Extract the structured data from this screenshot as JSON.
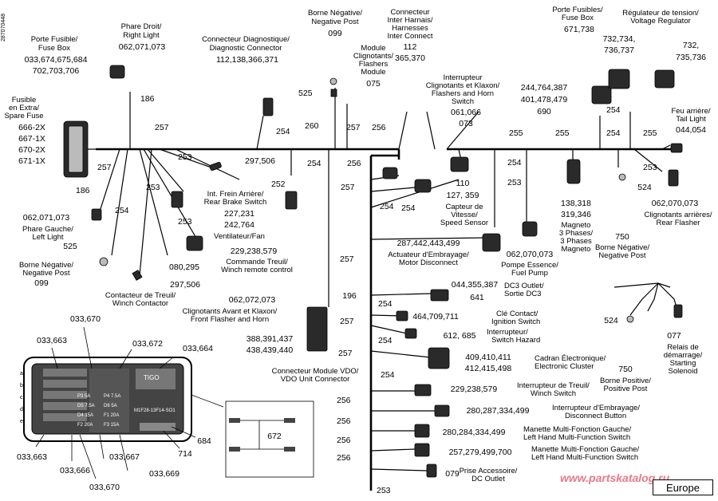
{
  "doc_code": "287070448",
  "region": "Europe",
  "watermark": "www.partskatalog.ru",
  "labels": {
    "fusebox_left": {
      "lines": [
        "Porte Fusible/",
        "Fuse Box"
      ],
      "nums": [
        "033,674,675,684",
        "702,703,706"
      ]
    },
    "spare_fuse": {
      "lines": [
        "Fusible",
        "en Extra/",
        "Spare Fuse"
      ],
      "nums": [
        "666-2X",
        "667-1X",
        "670-2X",
        "671-1X"
      ]
    },
    "right_light": {
      "lines": [
        "Phare Droit/",
        "Right Light"
      ],
      "nums": [
        "062,071,073"
      ]
    },
    "diag_conn": {
      "lines": [
        "Connecteur Diagnostique/",
        "Diagnostic Connector"
      ],
      "nums": [
        "112,138,366,371"
      ]
    },
    "neg_post_top": {
      "lines": [
        "Borne Négative/",
        "Negative Post"
      ],
      "nums": [
        "099"
      ]
    },
    "inter_harness": {
      "lines": [
        "Connecteur",
        "Inter Harnais/",
        "Harnesses",
        "Inter Connect"
      ],
      "nums": [
        "112",
        "365,370"
      ]
    },
    "flasher_module": {
      "lines": [
        "Module",
        "Clignotants/",
        "Flashers",
        "Module"
      ],
      "nums": [
        "075"
      ]
    },
    "flasher_switch": {
      "lines": [
        "Interrupteur",
        "Clignotants et Klaxon/",
        "Flashers and Horn",
        "Switch"
      ],
      "nums": [
        "061,066",
        "073"
      ]
    },
    "fusebox_right": {
      "lines": [
        "Porte Fusibles/",
        "Fuse Box"
      ],
      "nums": [
        "671,738"
      ]
    },
    "regulator": {
      "lines": [
        "Régulateur de tension/",
        "Voltage Regulator"
      ],
      "nums": []
    },
    "reg_nums_a": {
      "lines": [],
      "nums": [
        "732,734,",
        "736,737"
      ]
    },
    "reg_nums_b": {
      "lines": [],
      "nums": [
        "732,",
        "735,736"
      ]
    },
    "fuse_nums_right": {
      "lines": [],
      "nums": [
        "244,764,387",
        "401,478,479",
        "690"
      ]
    },
    "tail_light": {
      "lines": [
        "Feu arrière/",
        "Tail Light"
      ],
      "nums": [
        "044,054"
      ]
    },
    "left_light": {
      "lines": [
        "Phare Gauche/",
        "Left Light"
      ],
      "nums": [
        "062,071,073"
      ]
    },
    "neg_post_left": {
      "lines": [
        "Borne Négative/",
        "Negative Post"
      ],
      "nums": [
        "525",
        "099"
      ]
    },
    "brake_switch": {
      "lines": [
        "Int. Frein Arrière/",
        "Rear Brake Switch"
      ],
      "nums": [
        "297,506",
        "227,231",
        "242,764"
      ]
    },
    "fan": {
      "lines": [
        "Ventilateur/Fan"
      ],
      "nums": []
    },
    "winch_remote": {
      "lines": [
        "Commande Treuil/",
        "Winch remote control"
      ],
      "nums": [
        "229,238,579"
      ]
    },
    "winch_contactor": {
      "lines": [
        "Contacteur de Treuil/",
        "Winch Contactor"
      ],
      "nums": [
        "080,295",
        "297,506"
      ]
    },
    "front_flasher": {
      "lines": [
        "Clignotants Avant et Klaxon/",
        "Front Flasher and Horn"
      ],
      "nums": [
        "062,072,073"
      ]
    },
    "vdo_conn": {
      "lines": [
        "Connecteur Module VDO/",
        "VDO Unit Connector"
      ],
      "nums": [
        "196",
        "388,391,437",
        "438,439,440"
      ]
    },
    "speed_sensor": {
      "lines": [
        "Capteur de",
        "Vitesse/",
        "Speed Sensor"
      ],
      "nums": [
        "110",
        "127, 359"
      ]
    },
    "clutch_actuator": {
      "lines": [
        "Actuateur d'Embrayage/",
        "Motor Disconnect"
      ],
      "nums": [
        "287,442,443,499"
      ]
    },
    "fuel_pump": {
      "lines": [
        "Pompe Essence/",
        "Fuel Pump"
      ],
      "nums": [
        "062,070,073"
      ]
    },
    "magneto": {
      "lines": [
        "Magneto",
        "3 Phases/",
        "3 Phases",
        "Magneto"
      ],
      "nums": [
        "138,318",
        "319,346"
      ]
    },
    "rear_flasher": {
      "lines": [
        "Clignotants arrières/",
        "Rear Flasher"
      ],
      "nums": [
        "062,070,073"
      ]
    },
    "neg_post_right": {
      "lines": [
        "Borne Négative/",
        "Negative Post"
      ],
      "nums": [
        "750",
        "524"
      ]
    },
    "dc3_outlet": {
      "lines": [
        "DC3 Outlet/",
        "Sortie DC3"
      ],
      "nums": [
        "044,355,387",
        "641"
      ]
    },
    "ignition": {
      "lines": [
        "Clé Contact/",
        "Ignition Switch"
      ],
      "nums": [
        "464,709,711"
      ]
    },
    "hazard": {
      "lines": [
        "Interrupteur/",
        "Switch Hazard"
      ],
      "nums": [
        "612, 685"
      ]
    },
    "cluster": {
      "lines": [
        "Cadran Électronique/",
        "Electronic Cluster"
      ],
      "nums": [
        "409,410,411",
        "412,415,498"
      ]
    },
    "winch_switch": {
      "lines": [
        "Interrupteur de Treuil/",
        "Winch Switch"
      ],
      "nums": [
        "229,238,579"
      ]
    },
    "disconnect_btn": {
      "lines": [
        "Interrupteur d'Embrayage/",
        "Disconnect Button"
      ],
      "nums": [
        "280,287,334,499"
      ]
    },
    "left_mfs_1": {
      "lines": [
        "Manette Multi-Fonction Gauche/",
        "Left Hand Multi-Function Switch"
      ],
      "nums": [
        "280,284,334,499"
      ]
    },
    "left_mfs_2": {
      "lines": [
        "Manette Multi-Fonction Gauche/",
        "Left Hand Multi-Function Switch"
      ],
      "nums": [
        "257,279,499,700"
      ]
    },
    "dc_outlet": {
      "lines": [
        "Prise Accessoire/",
        "DC Outlet"
      ],
      "nums": [
        "079"
      ]
    },
    "starter": {
      "lines": [
        "Relais de",
        "démarrage/",
        "Starting",
        "Solenoid"
      ],
      "nums": [
        "077"
      ]
    },
    "pos_post": {
      "lines": [
        "Borne Positive/",
        "Positive Post"
      ],
      "nums": [
        "750",
        "524"
      ]
    },
    "fusebox_detail": {
      "nums": [
        "033,663",
        "033,670",
        "033,672",
        "033,664",
        "033,663",
        "033,666",
        "033,667",
        "033,669",
        "033,670",
        "684",
        "714",
        "672"
      ]
    }
  },
  "wire_numbers": [
    "257",
    "186",
    "257",
    "260",
    "257",
    "256",
    "254",
    "254",
    "254",
    "256",
    "257",
    "253",
    "253",
    "253",
    "254",
    "254",
    "252",
    "254",
    "255",
    "255",
    "255",
    "254",
    "253",
    "253",
    "524",
    "254",
    "257",
    "257",
    "257",
    "254",
    "254",
    "254",
    "256",
    "256",
    "256",
    "256",
    "253",
    "186",
    "525"
  ],
  "fuse_panel": {
    "rows": [
      "a",
      "b",
      "c",
      "d",
      "e"
    ],
    "fuses": [
      "P3 5A",
      "P4 7.5A",
      "D5 7.5A",
      "D6 5A",
      "D4 15A",
      "F1 20A",
      "F2 20A",
      "F3 15A"
    ],
    "code": "M1F28-13F14-SO1",
    "tag": "TIGO"
  }
}
